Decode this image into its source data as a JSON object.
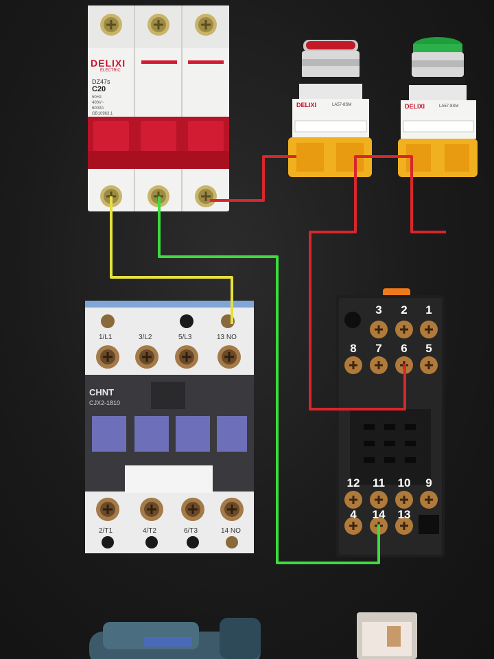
{
  "breaker": {
    "brand": "DELIXI",
    "brand_sub": "ELECTRIC",
    "model": "DZ47s",
    "rating": "C20",
    "specs": [
      "50Hz",
      "400V~",
      "6000A",
      "GB10963.1"
    ]
  },
  "red_button": {
    "brand": "DELIXI",
    "model": "LA57-8SM"
  },
  "green_button": {
    "brand": "DELIXI",
    "model": "LA57-8SM"
  },
  "contactor": {
    "brand": "CHNT",
    "model": "CJX2-1810",
    "top_terminals": [
      "1/L1",
      "3/L2",
      "5/L3",
      "13 NO"
    ],
    "bottom_terminals": [
      "2/T1",
      "4/T2",
      "6/T3",
      "14 NO"
    ]
  },
  "relay_base": {
    "top_row": [
      "3",
      "2",
      "1"
    ],
    "second_row": [
      "8",
      "7",
      "6",
      "5"
    ],
    "third_row": [
      "12",
      "11",
      "10",
      "9"
    ],
    "bottom_row": [
      "4",
      "14",
      "13"
    ]
  },
  "wires": {
    "yellow": "#e6e040",
    "green": "#3ddc3d",
    "red": "#d8262b"
  }
}
